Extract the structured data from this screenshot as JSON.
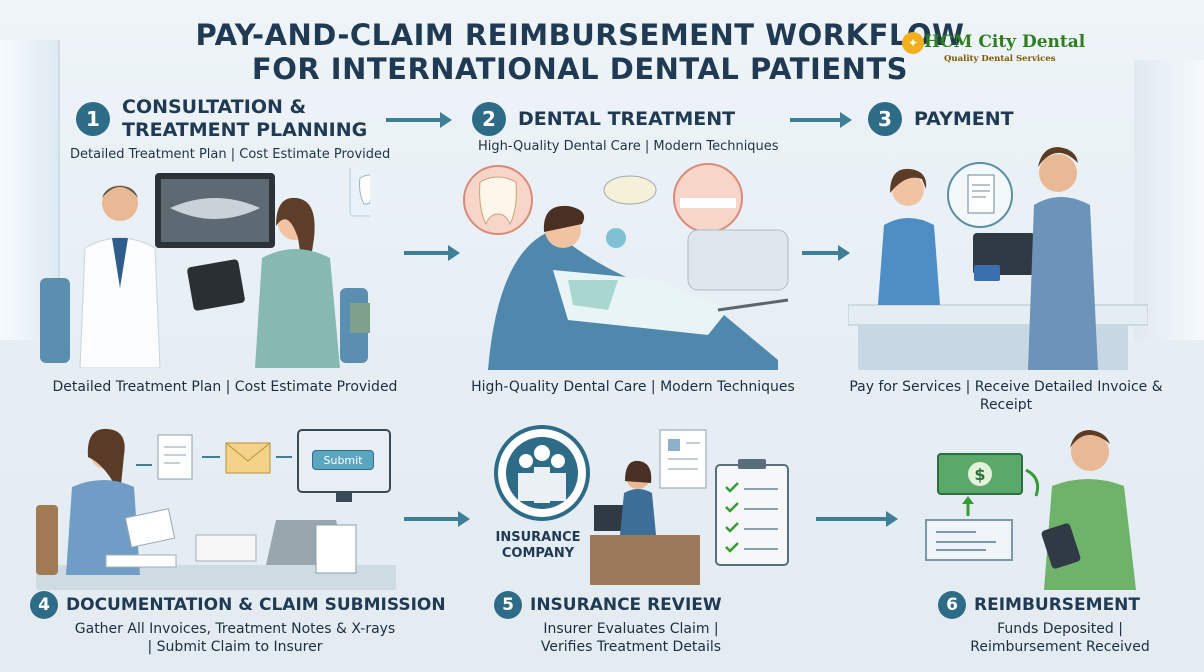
{
  "header": {
    "title_line1": "PAY-AND-CLAIM REIMBURSEMENT WORKFLOW",
    "title_line2": "FOR INTERNATIONAL DENTAL PATIENTS"
  },
  "logo": {
    "name": "HCM City Dental",
    "tagline": "Quality Dental Services"
  },
  "steps": [
    {
      "number": "1",
      "title_line1": "CONSULTATION &",
      "title_line2": "TREATMENT PLANNING",
      "subtitle": "Detailed Treatment Plan | Cost Estimate Provided",
      "caption": "Detailed Treatment Plan | Cost Estimate Provided"
    },
    {
      "number": "2",
      "title_line1": "DENTAL TREATMENT",
      "subtitle": "High-Quality Dental Care | Modern Techniques",
      "caption": "High-Quality Dental Care | Modern Techniques"
    },
    {
      "number": "3",
      "title_line1": "PAYMENT",
      "caption_line1": "Pay for Services | Receive Detailed Invoice &",
      "caption_line2": "Receipt"
    },
    {
      "number": "4",
      "title_line1": "DOCUMENTATION & CLAIM SUBMISSION",
      "caption_line1": "Gather All Invoices, Treatment Notes & X-rays",
      "caption_line2": "| Submit Claim to Insurer",
      "button_label": "Submit"
    },
    {
      "number": "5",
      "title_line1": "INSURANCE REVIEW",
      "caption_line1": "Insurer Evaluates Claim |",
      "caption_line2": "Verifies Treatment Details",
      "org_label_line1": "INSURANCE",
      "org_label_line2": "COMPANY"
    },
    {
      "number": "6",
      "title_line1": "REIMBURSEMENT",
      "caption_line1": "Funds Deposited |",
      "caption_line2": "Reimbursement Received",
      "bill_symbol": "$"
    }
  ],
  "colors": {
    "accent": "#2d6b86",
    "arrow": "#3f7f95",
    "title": "#1f3a52",
    "logo_green": "#2e7d1f"
  }
}
